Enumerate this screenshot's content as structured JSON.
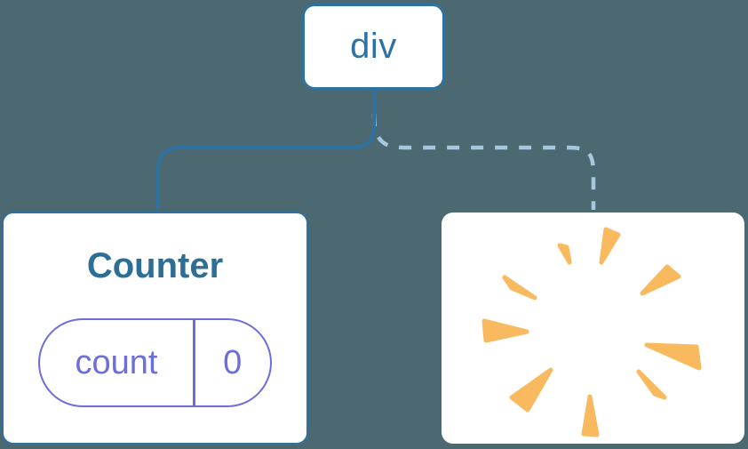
{
  "tree": {
    "root": {
      "label": "div"
    },
    "counter": {
      "title": "Counter",
      "state_key": "count",
      "state_value": "0"
    },
    "removed": {
      "icon": "poof-icon"
    },
    "connectors": [
      {
        "type": "solid",
        "from": "div",
        "to": "Counter"
      },
      {
        "type": "dashed",
        "from": "div",
        "to": "removed-subtree"
      }
    ]
  },
  "colors": {
    "background": "#4C6972",
    "node_blue": "#2E72A2",
    "dashed_blue": "#A6C8DE",
    "title_blue": "#2D6E97",
    "state_purple": "#6B6EDB",
    "poof_orange": "#F9B95E",
    "card_white": "#FFFFFF"
  }
}
